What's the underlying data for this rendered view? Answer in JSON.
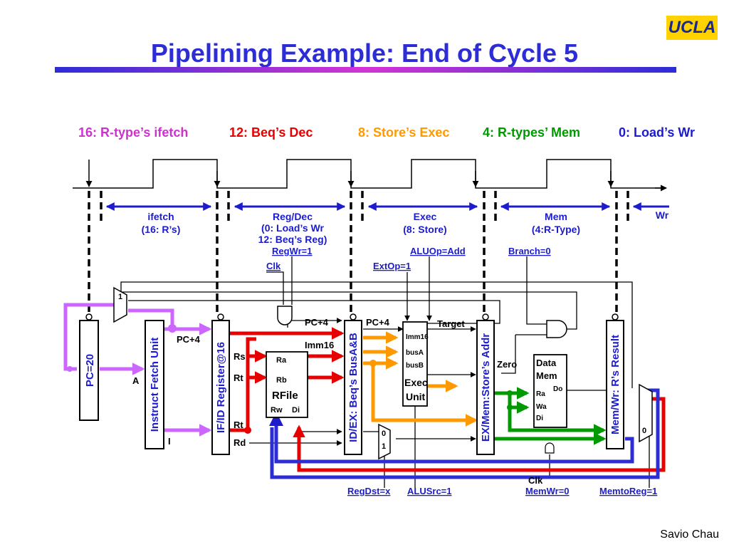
{
  "logo_text": "UCLA",
  "title": "Pipelining Example: End of Cycle 5",
  "stages": [
    {
      "text": "16: R-type’s ifetch",
      "color": "#cc33cc"
    },
    {
      "text": "12: Beq’s Dec",
      "color": "#e60000"
    },
    {
      "text": "8: Store’s Exec",
      "color": "#ff9900"
    },
    {
      "text": "4: R-types’ Mem",
      "color": "#009900"
    },
    {
      "text": "0: Load’s Wr",
      "color": "#1c1ccc"
    }
  ],
  "phases": {
    "ifetch": [
      "ifetch",
      "(16: R’s)"
    ],
    "regdec": [
      "Reg/Dec",
      "(0: Load’s Wr",
      "12: Beq’s Reg)"
    ],
    "exec": [
      "Exec",
      "(8: Store)"
    ],
    "mem": [
      "Mem",
      "(4:R-Type)"
    ],
    "wr": "Wr"
  },
  "controls": {
    "regwr": "RegWr=1",
    "clk_top": "Clk",
    "aluop": "ALUOp=Add",
    "extop": "ExtOp=1",
    "branch": "Branch=0",
    "regdst": "RegDst=x",
    "alusrc": "ALUSrc=1",
    "clk_bottom": "Clk",
    "memwr": "MemWr=0",
    "memtoreg": "MemtoReg=1"
  },
  "registers": {
    "pc": "PC=20",
    "ifu": "Instruct Fetch Unit",
    "ifid": "IF/ID Register@16",
    "idex": "ID/EX: Beq’s BusA&B",
    "exmem": "EX/Mem:Store’s Addr",
    "memwr": "Mem/Wr: R’s Result"
  },
  "rfile": {
    "title": "RFile",
    "ra": "Ra",
    "rb": "Rb",
    "rw": "Rw",
    "di": "Di"
  },
  "exec_unit": {
    "imm": "Imm16",
    "busa": "busA",
    "busb": "busB",
    "title1": "Exec",
    "title2": "Unit"
  },
  "data_mem": {
    "title1": "Data",
    "title2": "Mem",
    "ra": "Ra",
    "wa": "Wa",
    "di": "Di",
    "do": "Do"
  },
  "signals": {
    "pc4_a": "PC+4",
    "pc4_b": "PC+4",
    "pc4_c": "PC+4",
    "imm16": "Imm16",
    "target": "Target",
    "zero": "Zero",
    "a": "A",
    "i": "I",
    "rs": "Rs",
    "rt": "Rt",
    "rt2": "Rt",
    "rd": "Rd",
    "mux0": "0",
    "mux1": "1",
    "wbmux0": "0",
    "one": "1"
  },
  "footer": "Savio Chau",
  "colors": {
    "purple": "#cc66ff",
    "red": "#e60000",
    "orange": "#ff9900",
    "green": "#009900",
    "blue": "#2d2dd6"
  }
}
